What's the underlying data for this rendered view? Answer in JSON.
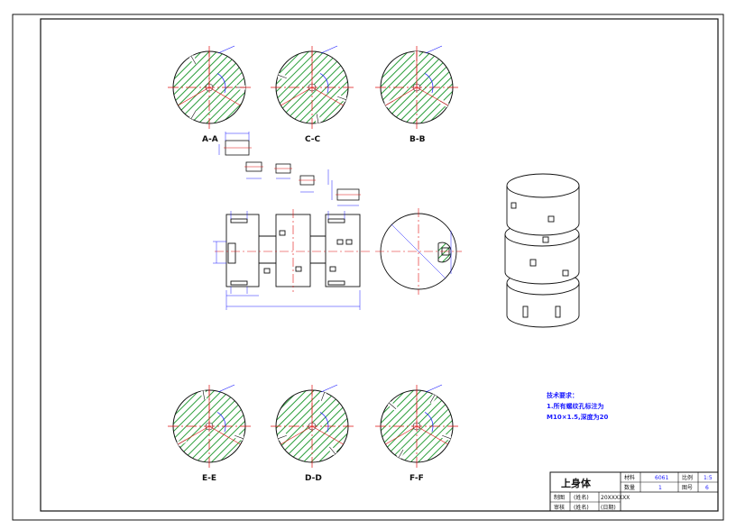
{
  "sections": [
    {
      "label": "A-A"
    },
    {
      "label": "C-C"
    },
    {
      "label": "B-B"
    },
    {
      "label": "E-E"
    },
    {
      "label": "D-D"
    },
    {
      "label": "F-F"
    }
  ],
  "tech_notes": {
    "heading": "技术要求：",
    "line1": "1.所有螺纹孔标注为",
    "line2": "M10×1.5,深度为20"
  },
  "title_block": {
    "part_name": "上身体",
    "material_label": "材料",
    "material": "6061",
    "qty_label": "数量",
    "qty": "1",
    "scale_label": "比例",
    "scale": "1:5",
    "sheet_label": "图号",
    "sheet": "6",
    "drawn_label": "制图",
    "drawn_name": "(姓名)",
    "drawn_date": "20XXXXXX",
    "check_label": "审核",
    "check_name": "(姓名)",
    "check_date": "(日期)"
  },
  "colors": {
    "hatch": "#2a9e3a",
    "centerline": "#e01010",
    "dimension": "#1a1aff",
    "outline": "#111111"
  }
}
